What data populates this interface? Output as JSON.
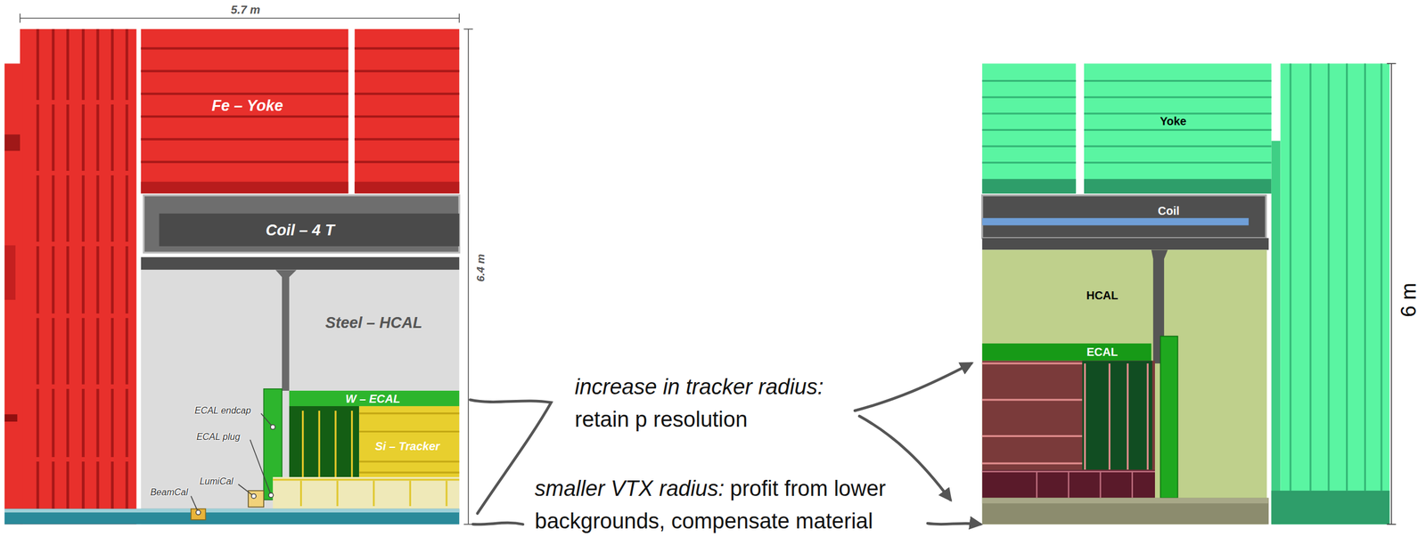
{
  "diagram": {
    "nodes": [
      {
        "text": [
          "Fe – Yoke"
        ]
      },
      {
        "text": [
          "Coil – 4 T"
        ]
      },
      {
        "text": [
          "Steel – HCAL"
        ]
      },
      {
        "text": [
          "W – ECAL"
        ]
      },
      {
        "text": [
          "Si – Tracker"
        ]
      },
      {
        "text": [
          "Yoke"
        ]
      },
      {
        "text": [
          "Coil"
        ]
      },
      {
        "text": [
          "HCAL"
        ]
      },
      {
        "text": [
          "ECAL"
        ]
      }
    ],
    "labels": [
      "5.7 m",
      "6.4 m",
      "ECAL endcap",
      "ECAL plug",
      "LumiCal",
      "BeamCal",
      "increase in tracker radius:",
      "retain p resolution",
      "smaller VTX radius:",
      "profit from lower backgrounds, compensate material",
      "6 m"
    ]
  }
}
